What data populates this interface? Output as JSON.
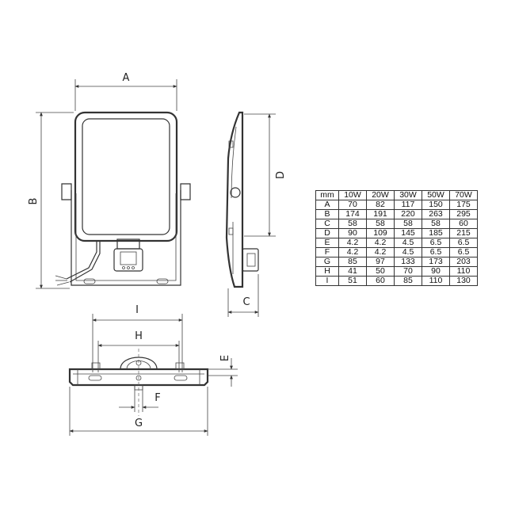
{
  "dimension_letters": {
    "a": "A",
    "b": "B",
    "c": "C",
    "d": "D",
    "e": "E",
    "f": "F",
    "g": "G",
    "h": "H",
    "i": "I"
  },
  "table": {
    "headers": [
      "mm",
      "10W",
      "20W",
      "30W",
      "50W",
      "70W"
    ],
    "rows": [
      [
        "A",
        "70",
        "82",
        "117",
        "150",
        "175"
      ],
      [
        "B",
        "174",
        "191",
        "220",
        "263",
        "295"
      ],
      [
        "C",
        "58",
        "58",
        "58",
        "58",
        "60"
      ],
      [
        "D",
        "90",
        "109",
        "145",
        "185",
        "215"
      ],
      [
        "E",
        "4.2",
        "4.2",
        "4.5",
        "6.5",
        "6.5"
      ],
      [
        "F",
        "4.2",
        "4.2",
        "4.5",
        "6.5",
        "6.5"
      ],
      [
        "G",
        "85",
        "97",
        "133",
        "173",
        "203"
      ],
      [
        "H",
        "41",
        "50",
        "70",
        "90",
        "110"
      ],
      [
        "I",
        "51",
        "60",
        "85",
        "110",
        "130"
      ]
    ]
  }
}
